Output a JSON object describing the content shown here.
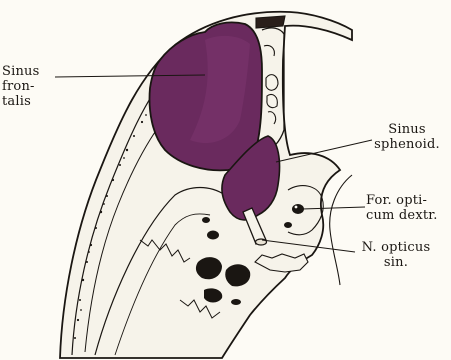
{
  "colors": {
    "sinus_fill": "#6a2a5e",
    "sinus_fill_light": "#7c3470",
    "bone": "#f6f3ea",
    "ink": "#1a1612",
    "paper": "#fdfbf5"
  },
  "labels": {
    "sinus_frontalis": [
      "Sinus",
      "fron-",
      "talis"
    ],
    "sinus_sphenoid": [
      "Sinus",
      "sphenoid."
    ],
    "for_opticum": [
      "For. opti-",
      "cum dextr."
    ],
    "n_opticus": [
      "N. opticus",
      "sin."
    ]
  }
}
